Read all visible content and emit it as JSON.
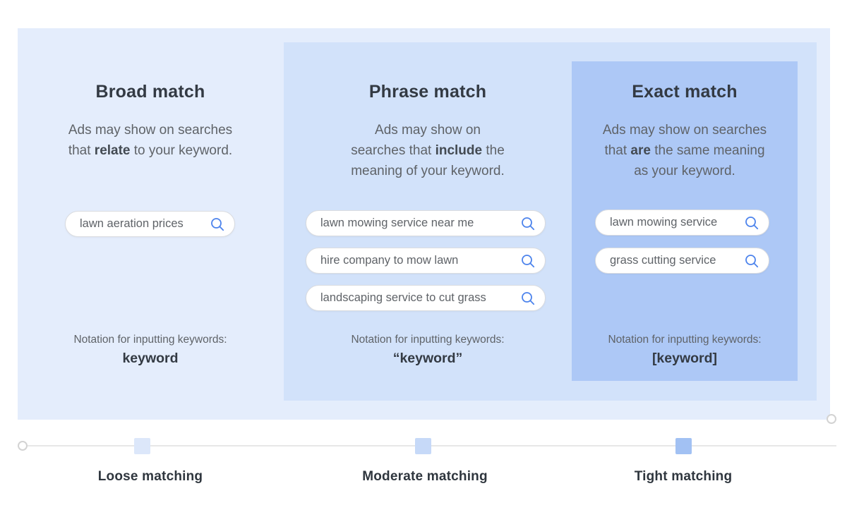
{
  "colors": {
    "outer_panel": "#e4edfc",
    "middle_panel": "#d2e2fa",
    "inner_panel": "#adc8f6",
    "search_icon_blue": "#4c83ec",
    "body_text": "#5f6368",
    "heading_text": "#333a43"
  },
  "columns": [
    {
      "title": "Broad match",
      "desc": {
        "line1_pre": "Ads may show on searches",
        "line2_pre": "that ",
        "line2_bold": "relate",
        "line2_post": " to your keyword."
      },
      "pills": [
        "lawn aeration prices"
      ],
      "notation_label": "Notation for inputting keywords:",
      "notation_value": "keyword"
    },
    {
      "title": "Phrase match",
      "desc": {
        "line1_pre": "Ads may show on",
        "line2_pre": "searches that ",
        "line2_bold": "include",
        "line2_post": " the",
        "line3_pre": "meaning of your keyword."
      },
      "pills": [
        "lawn mowing service near me",
        "hire company to mow lawn",
        "landscaping service to cut grass"
      ],
      "notation_label": "Notation for inputting keywords:",
      "notation_value": "“keyword”"
    },
    {
      "title": "Exact match",
      "desc": {
        "line1_pre": "Ads may show on searches",
        "line2_pre": "that ",
        "line2_bold": "are",
        "line2_post": " the same meaning",
        "line3_pre": "as your keyword."
      },
      "pills": [
        "lawn mowing service",
        "grass cutting service"
      ],
      "notation_label": "Notation for inputting keywords:",
      "notation_value": "[keyword]"
    }
  ],
  "icons": {
    "search_icon": "magnifying-glass"
  },
  "slider": {
    "labels": [
      "Loose matching",
      "Moderate matching",
      "Tight matching"
    ],
    "marker_colors": [
      "#dce7fa",
      "#c6d9f8",
      "#a2c1f3"
    ]
  }
}
